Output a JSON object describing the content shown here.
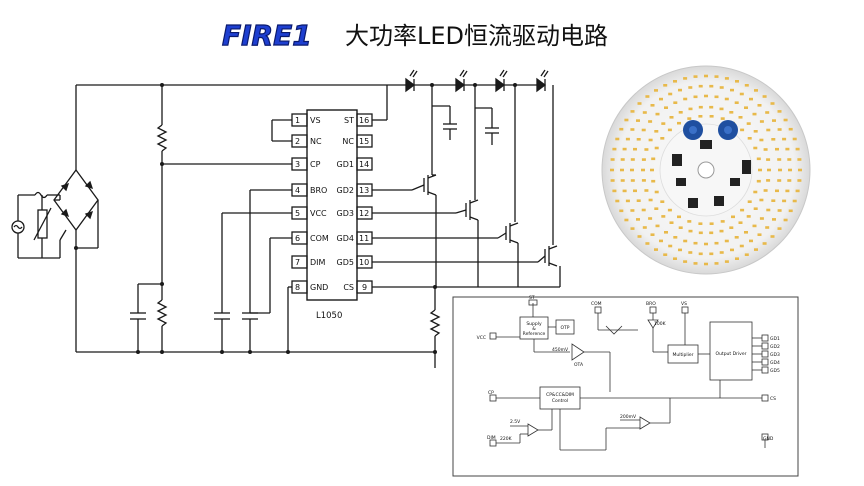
{
  "header": {
    "logo_text": "FIRE1",
    "title": "大功率LED恒流驱动电路"
  },
  "ic": {
    "part": "L1050",
    "left_pins": [
      {
        "num": "1",
        "name": "VS"
      },
      {
        "num": "2",
        "name": "NC"
      },
      {
        "num": "3",
        "name": "CP"
      },
      {
        "num": "4",
        "name": "BRO"
      },
      {
        "num": "5",
        "name": "VCC"
      },
      {
        "num": "6",
        "name": "COM"
      },
      {
        "num": "7",
        "name": "DIM"
      },
      {
        "num": "8",
        "name": "GND"
      }
    ],
    "right_pins": [
      {
        "num": "16",
        "name": "ST"
      },
      {
        "num": "15",
        "name": "NC"
      },
      {
        "num": "14",
        "name": "GD1"
      },
      {
        "num": "13",
        "name": "GD2"
      },
      {
        "num": "12",
        "name": "GD3"
      },
      {
        "num": "11",
        "name": "GD4"
      },
      {
        "num": "10",
        "name": "GD5"
      },
      {
        "num": "9",
        "name": "CS"
      }
    ]
  },
  "block_diagram": {
    "top_labels": {
      "st": "ST",
      "com": "COM",
      "bro": "BRO",
      "vs": "VS"
    },
    "blocks": {
      "supply_line1": "Supply",
      "supply_line2": "&",
      "supply_line3": "Reference",
      "otp": "OTP",
      "multiplier": "Multiplier",
      "output_driver": "Output Driver",
      "control_line1": "CP&CC&DIM",
      "control_line2": "Control"
    },
    "left_labels": {
      "vcc": "VCC",
      "cp": "CP",
      "dim": "DIM"
    },
    "annotations": {
      "v450": "450mV",
      "ota": "OTA",
      "k100": "100K",
      "v25": "2.5V",
      "k220": "220K",
      "v200": "200mV"
    },
    "right_labels": [
      "GD1",
      "GD2",
      "GD3",
      "GD4",
      "GD5"
    ],
    "cs": "CS",
    "gnd": "GND"
  },
  "colors": {
    "ink": "#1a1a1a",
    "logo_fill": "#1e3fd0",
    "logo_stroke": "#0a1a6e"
  }
}
